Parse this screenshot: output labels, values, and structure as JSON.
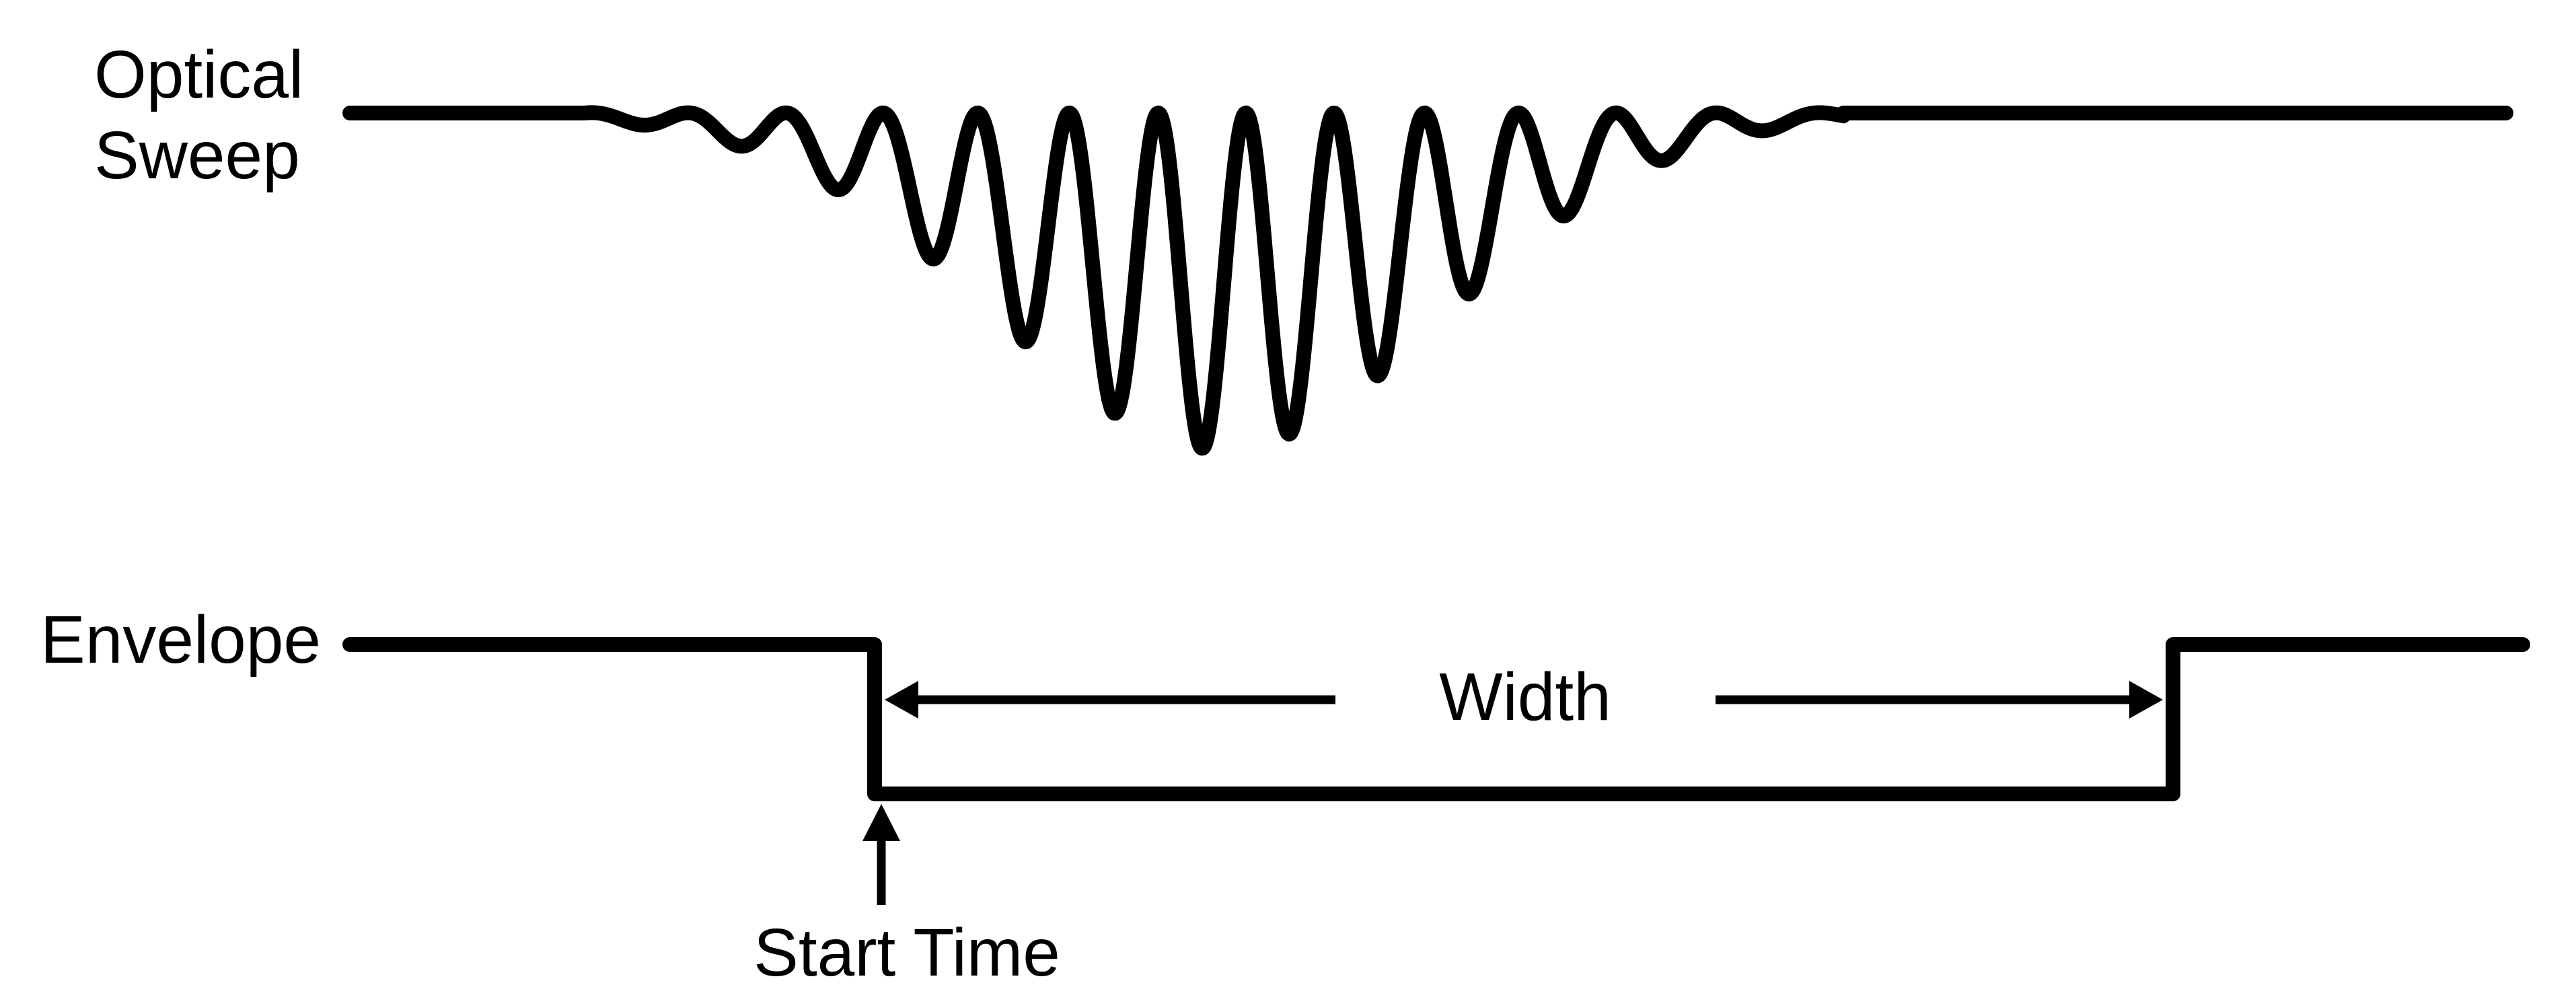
{
  "signals": {
    "optical_sweep": {
      "label_line1": "Optical",
      "label_line2": "Sweep"
    },
    "envelope": {
      "label": "Envelope"
    }
  },
  "annotations": {
    "width_label": "Width",
    "start_time_label": "Start Time"
  },
  "colors": {
    "ink": "#000000",
    "background": "#ffffff"
  }
}
